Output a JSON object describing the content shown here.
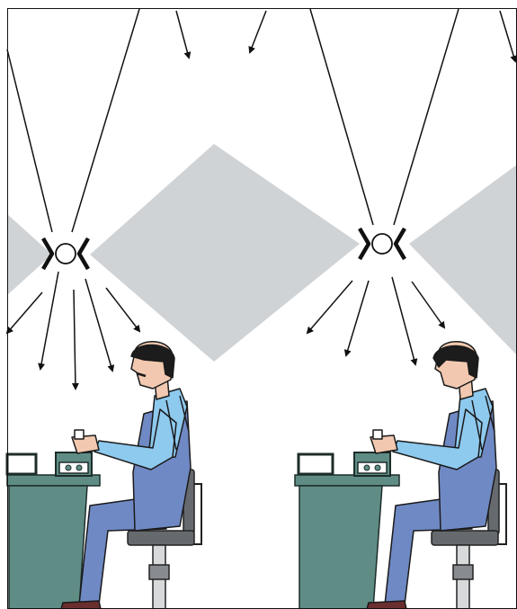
{
  "figure": {
    "description_text": "",
    "colors": {
      "background": "#ffffff",
      "light_beam": "#d0d3d6",
      "lines": "#111111",
      "desk": "#5f8d86",
      "desk_outline": "#1d2d2a",
      "overalls": "#6f89c4",
      "shirt": "#8ec9ee",
      "skin": "#f2c9b0",
      "hair": "#1c1c1c",
      "chair_seat": "#666a6e",
      "chair_stem": "#d7d9db",
      "shoes": "#6b2e2e"
    },
    "panels": [
      {
        "name": "left-panel",
        "worker": "seated-worker",
        "lamp": "ceiling-lamp"
      },
      {
        "name": "right-panel",
        "worker": "seated-worker",
        "lamp": "ceiling-lamp"
      }
    ]
  }
}
